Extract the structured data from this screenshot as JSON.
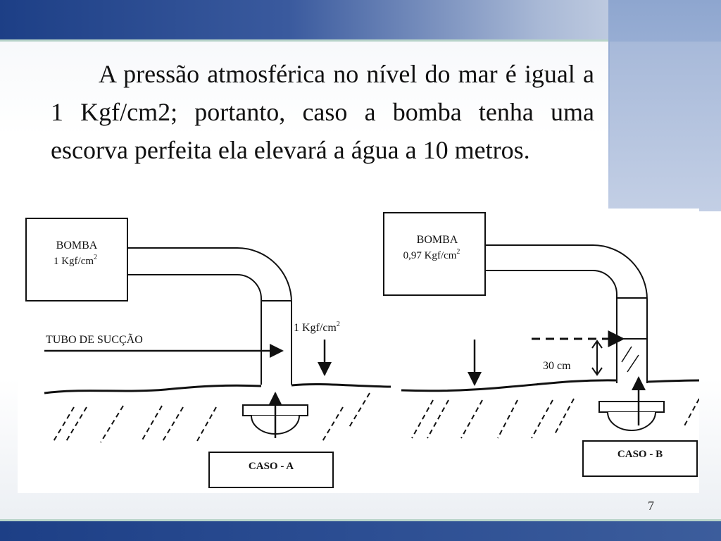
{
  "slide": {
    "paragraph": "A pressão atmosférica no nível do mar é igual a 1 Kgf/cm2; portanto, caso a bomba tenha uma escorva perfeita ela elevará a água a 10 metros.",
    "page_number": "7"
  },
  "diagram": {
    "case_a": {
      "pump_label": "BOMBA",
      "pump_pressure": "1 Kgf/cm",
      "pump_pressure_exp": "2",
      "pressure_label": "1 Kgf/cm",
      "pressure_label_exp": "2",
      "suction_label": "TUBO DE SUCÇÃO",
      "case_label": "CASO - A"
    },
    "case_b": {
      "pump_label": "BOMBA",
      "pump_pressure": "0,97 Kgf/cm",
      "pump_pressure_exp": "2",
      "height_label": "30 cm",
      "case_label": "CASO - B"
    }
  },
  "colors": {
    "band_blue": "#1d3f86",
    "band_light": "#a9bbdc",
    "rule_green": "#b8d4c9"
  }
}
